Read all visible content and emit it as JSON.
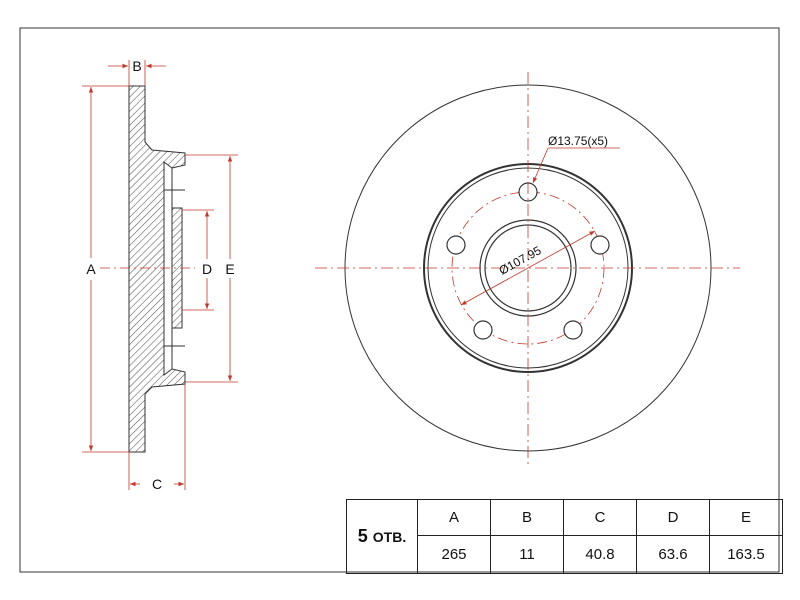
{
  "dimension_labels": {
    "a": "A",
    "b": "B",
    "c": "C",
    "d": "D",
    "e": "E"
  },
  "notes": {
    "bolt_hole": "Ø13.75(x5)",
    "pcd": "Ø107.95"
  },
  "table": {
    "holes_count": "5",
    "holes_unit": "ОТВ.",
    "headers": [
      "A",
      "B",
      "C",
      "D",
      "E"
    ],
    "values": [
      "265",
      "11",
      "40.8",
      "63.6",
      "163.5"
    ]
  },
  "colors": {
    "dimension": "#c0392b",
    "outline": "#333333",
    "hatch": "#555555"
  }
}
